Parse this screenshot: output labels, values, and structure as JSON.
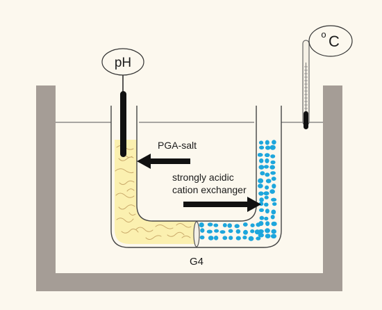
{
  "labels": {
    "ph": "pH",
    "temperature_unit": "C",
    "temperature_degree": "o",
    "pga_salt": "PGA-salt",
    "exchanger_line1": "strongly acidic",
    "exchanger_line2": "cation exchanger",
    "frit": "G4"
  },
  "colors": {
    "background": "#fcf8ee",
    "water_bath": "#a59d96",
    "glass": "#444444",
    "pga_fill": "#fbf0b0",
    "pga_fiber": "#c9a96a",
    "resin_bead": "#1da6dc",
    "probe": "#111111"
  },
  "icons": {
    "thermometer": "thermometer-icon",
    "ph_probe": "ph-probe-icon"
  }
}
